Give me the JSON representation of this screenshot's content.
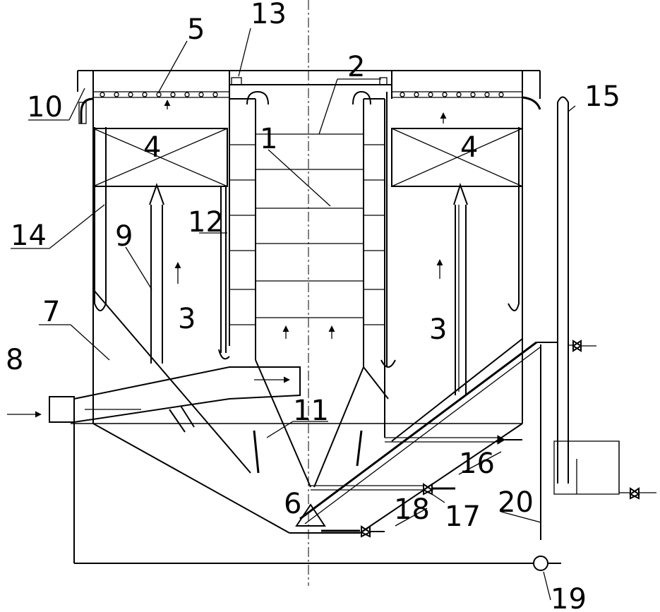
{
  "labels": {
    "l1": "1",
    "l2": "2",
    "l3a": "3",
    "l3b": "3",
    "l4a": "4",
    "l4b": "4",
    "l5": "5",
    "l6": "6",
    "l7": "7",
    "l8": "8",
    "l9": "9",
    "l10": "10",
    "l11": "11",
    "l12": "12",
    "l13": "13",
    "l14": "14",
    "l15": "15",
    "l16": "16",
    "l17": "17",
    "l18": "18",
    "l19": "19",
    "l20": "20"
  }
}
